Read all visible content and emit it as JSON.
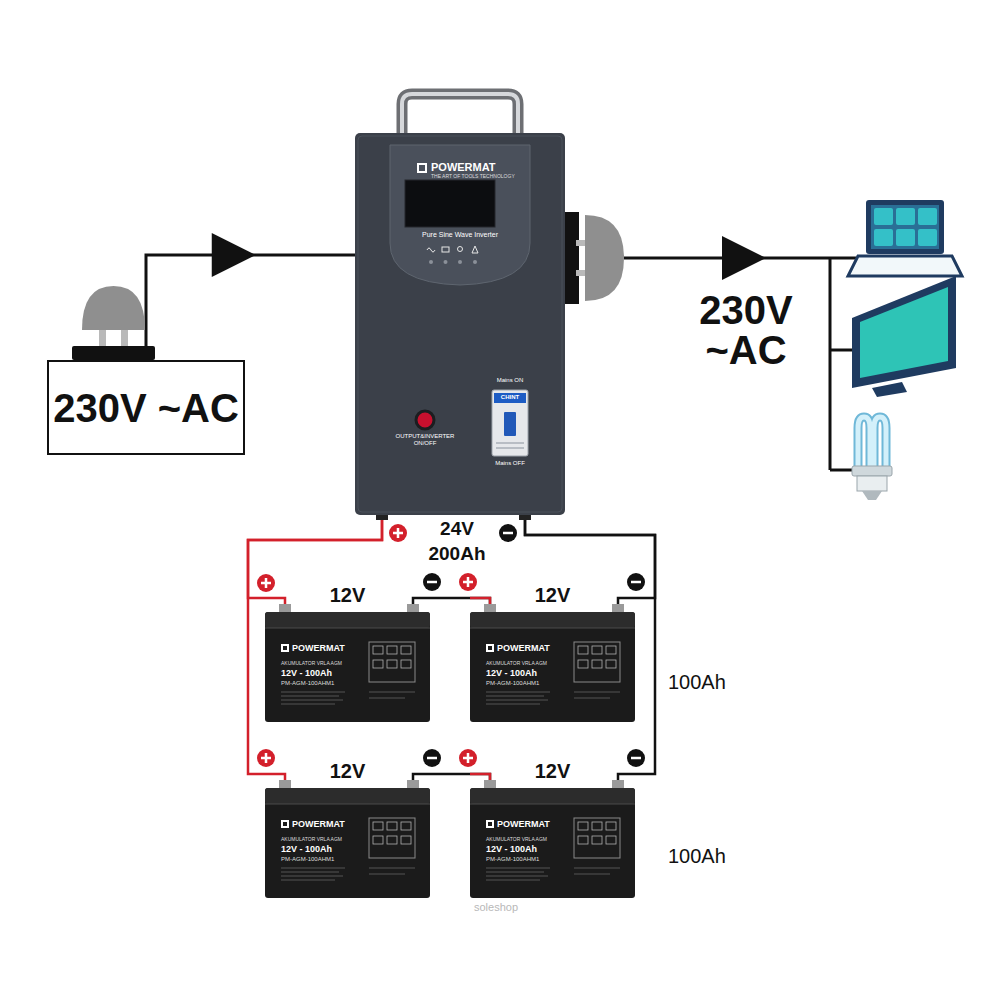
{
  "diagram": {
    "nodes": [
      {
        "text": [
          "230V ~AC"
        ]
      },
      {
        "text": [
          "POWERMAT",
          "THE ART OF TOOLS TECHNOLOGY",
          "Pure Sine Wave Inverter",
          "OUTPUT&INVERTER ON/OFF",
          "Mains ON",
          "CHINT",
          "Mains OFF"
        ]
      },
      {
        "text": [
          "12V",
          "POWERMAT",
          "AKUMULATOR VRLA AGM",
          "12V - 100Ah",
          "PM-AGM-100AHM1"
        ]
      },
      {
        "text": [
          "12V",
          "POWERMAT",
          "AKUMULATOR VRLA AGM",
          "12V - 100Ah",
          "PM-AGM-100AHM1"
        ]
      },
      {
        "text": [
          "12V",
          "POWERMAT",
          "AKUMULATOR VRLA AGM",
          "12V - 100Ah",
          "PM-AGM-100AHM1"
        ]
      },
      {
        "text": [
          "12V",
          "POWERMAT",
          "AKUMULATOR VRLA AGM",
          "12V - 100Ah",
          "PM-AGM-100AHM1"
        ]
      }
    ],
    "edges": [
      {
        "from": 0,
        "to": 1,
        "arrow": "to"
      },
      {
        "from": 1,
        "to": 2,
        "arrow": "none"
      },
      {
        "from": 2,
        "to": 3,
        "arrow": "none"
      },
      {
        "from": 1,
        "to": 4,
        "arrow": "none"
      },
      {
        "from": 4,
        "to": 5,
        "arrow": "none"
      },
      {
        "from": 1,
        "to": 3,
        "arrow": "none"
      },
      {
        "from": 1,
        "to": 5,
        "arrow": "none"
      }
    ],
    "labels": [
      "230V ~AC",
      "24V 200Ah",
      "100Ah",
      "100Ah",
      "soleshop"
    ]
  }
}
